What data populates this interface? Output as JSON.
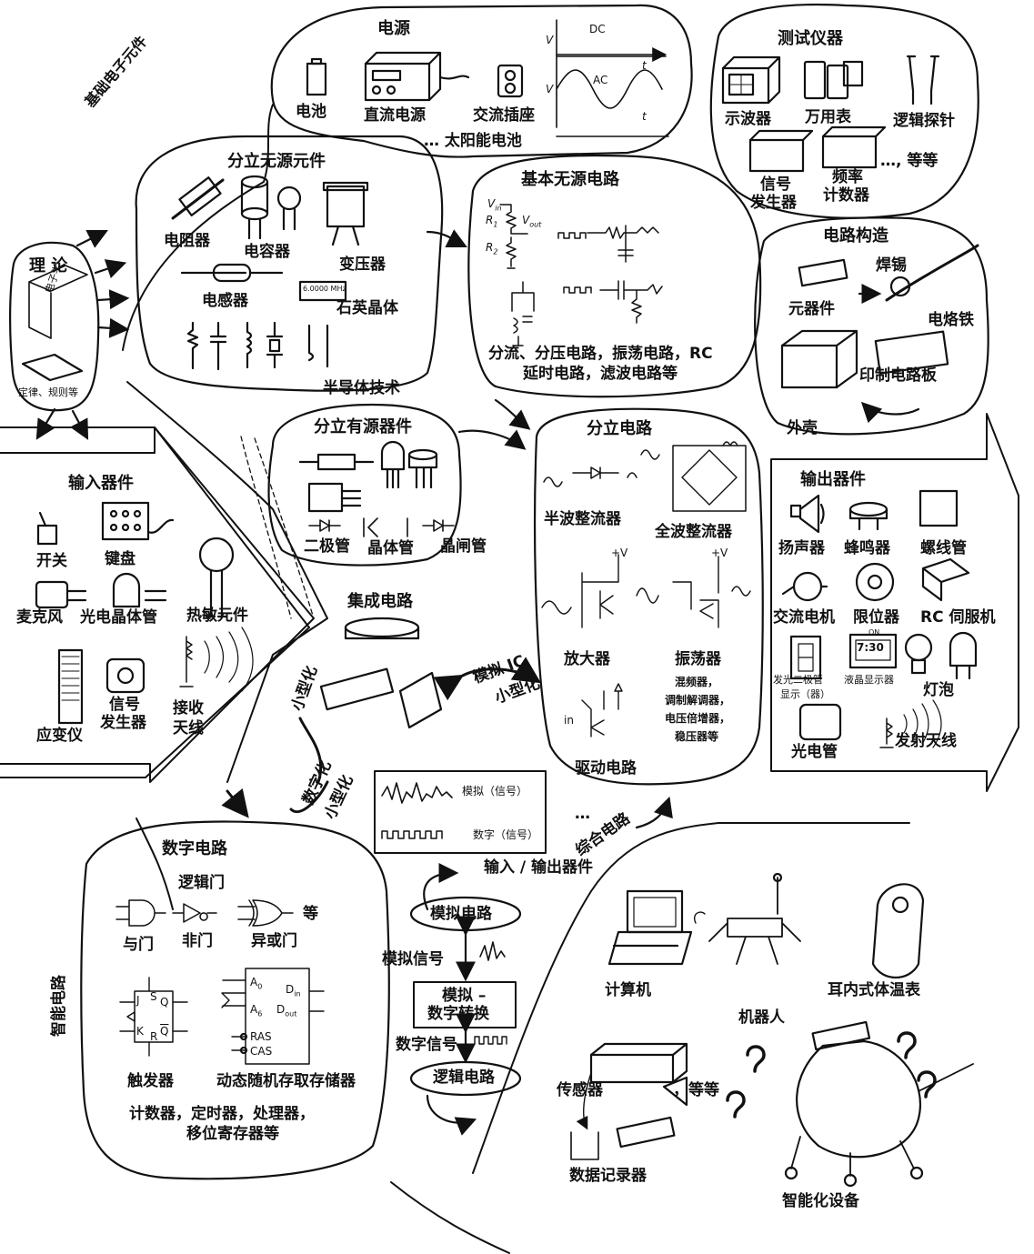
{
  "foundation": "基础电子元件",
  "power": {
    "title": "电源",
    "battery": "电池",
    "dc_supply": "直流电源",
    "ac_outlet": "交流插座",
    "solar": "… 太阳能电池",
    "dc_label": "DC",
    "ac_label": "AC",
    "v": "V",
    "t": "t"
  },
  "instruments": {
    "title": "测试仪器",
    "oscilloscope": "示波器",
    "multimeter": "万用表",
    "logic_probe": "逻辑探针",
    "signal_gen_1": "信号",
    "signal_gen_2": "发生器",
    "freq_1": "频率",
    "freq_2": "计数器",
    "etc": "…, 等等"
  },
  "passive": {
    "title": "分立无源元件",
    "resistor": "电阻器",
    "capacitor": "电容器",
    "transformer": "变压器",
    "inductor": "电感器",
    "crystal": "石英晶体",
    "crystal_mark": "6.0000 MHz"
  },
  "basic_circuits": {
    "title": "基本无源电路",
    "vin": "V",
    "vin_sub": "in",
    "vout": "V",
    "vout_sub": "out",
    "r1": "R",
    "r1_sub": "1",
    "r2": "R",
    "r2_sub": "2",
    "line1": "分流、分压电路，振荡电路，RC",
    "line2": "延时电路，滤波电路等"
  },
  "construction": {
    "title": "电路构造",
    "solder": "焊锡",
    "components": "元器件",
    "iron": "电烙铁",
    "pcb": "印制电路板",
    "enclosure": "外壳"
  },
  "theory": {
    "title": "理 论",
    "book": "电子学",
    "laws": "定律、规则等"
  },
  "semiconductor": "半导体技术",
  "active": {
    "title": "分立有源器件",
    "diode": "二极管",
    "transistor": "晶体管",
    "thyristor": "晶闸管"
  },
  "discrete": {
    "title": "分立电路",
    "half_wave": "半波整流器",
    "full_wave": "全波整流器",
    "amplifier": "放大器",
    "oscillator": "振荡器",
    "plus_v": "+V",
    "misc1": "混频器，",
    "misc2": "调制解调器，",
    "misc3": "电压倍增器，",
    "misc4": "稳压器等",
    "in": "in",
    "driver": "驱动电路"
  },
  "input": {
    "title": "输入器件",
    "switch": "开关",
    "keyboard": "键盘",
    "microphone": "麦克风",
    "phototransistor": "光电晶体管",
    "thermistor": "热敏元件",
    "strain": "应变仪",
    "siggen_1": "信号",
    "siggen_2": "发生器",
    "antenna_1": "接收",
    "antenna_2": "天线"
  },
  "output": {
    "title": "输出器件",
    "speaker": "扬声器",
    "buzzer": "蜂鸣器",
    "solenoid": "螺线管",
    "motor": "交流电机",
    "limit": "限位器",
    "servo": "RC 伺服机",
    "led_1": "发光二极管",
    "led_2": "显示（器）",
    "lcd": "液晶显示器",
    "lcd_screen": "7:30",
    "lcd_on": "ON",
    "bulb": "灯泡",
    "photocell": "光电管",
    "tx_antenna": "发射天线"
  },
  "ic": {
    "title": "集成电路",
    "miniature": "小型化",
    "analog_ic_1": "模拟 IC",
    "analog_ic_2": "小型化",
    "digital_1": "数字化",
    "digital_2": "小型化"
  },
  "signals": {
    "analog": "模拟（信号）",
    "digital": "数字（信号）"
  },
  "digital": {
    "title": "数字电路",
    "logic_gates": "逻辑门",
    "and_gate": "与门",
    "not_gate": "非门",
    "xor_gate": "异或门",
    "etc": "等",
    "flipflop": "触发器",
    "dram": "动态随机存取存储器",
    "line1": "计数器，定时器，处理器，",
    "line2": "移位寄存器等",
    "ff_j": "J",
    "ff_s": "S",
    "ff_q": "Q",
    "ff_k": "K",
    "ff_r": "R",
    "ff_qb": "Q",
    "a0": "A",
    "a0_sub": "0",
    "a6": "A",
    "a6_sub": "6",
    "din": "D",
    "din_sub": "in",
    "dout": "D",
    "dout_sub": "out",
    "ras": "RAS",
    "cas": "CAS"
  },
  "smart": "智能电路",
  "flow": {
    "io": "输入 / 输出器件",
    "analog_circuit": "模拟电路",
    "analog_signal": "模拟信号",
    "adc_1": "模拟 –",
    "adc_2": "数字转换",
    "digital_signal": "数字信号",
    "logic_circuit": "逻辑电路"
  },
  "integrated": {
    "title": "…",
    "title2": "综合电路",
    "computer": "计算机",
    "robot": "机器人",
    "thermometer": "耳内式体温表",
    "sensor": "传感器",
    "etc": "，等等",
    "logger": "数据记录器",
    "smart_device": "智能化设备"
  }
}
